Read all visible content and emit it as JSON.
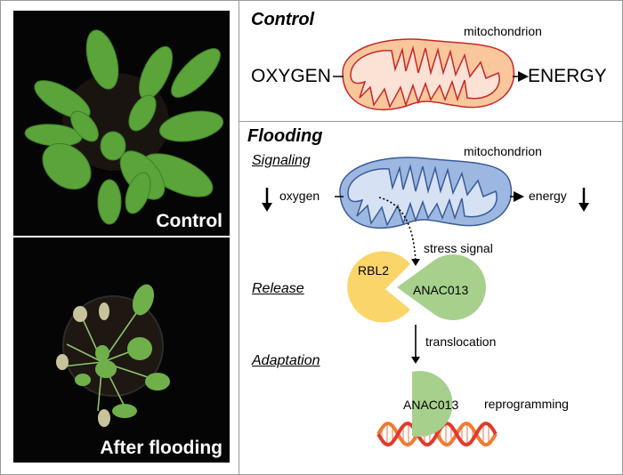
{
  "photos": {
    "control_caption": "Control",
    "flooding_caption": "After flooding"
  },
  "control": {
    "title": "Control",
    "organelle_label": "mitochondrion",
    "input_label": "OXYGEN",
    "output_label": "ENERGY",
    "colors": {
      "fill": "#f9c79b",
      "inner": "#fbe2d4",
      "stroke": "#c8262a"
    }
  },
  "flooding": {
    "title": "Flooding",
    "organelle_label": "mitochondrion",
    "stages": {
      "signaling": "Signaling",
      "release": "Release",
      "adaptation": "Adaptation"
    },
    "input_label": "oxygen",
    "output_label": "energy",
    "signal_label": "stress signal",
    "translocation_label": "translocation",
    "reprogramming_label": "reprogramming",
    "protein_rbl2": "RBL2",
    "protein_anac": "ANAC013",
    "colors": {
      "mito_fill": "#9db8e0",
      "mito_inner": "#d6e2f4",
      "mito_stroke": "#3a5a9a",
      "rbl2": "#fad56a",
      "anac": "#a8d08d",
      "dna_a": "#e03a2a",
      "dna_b": "#f07a30"
    }
  }
}
